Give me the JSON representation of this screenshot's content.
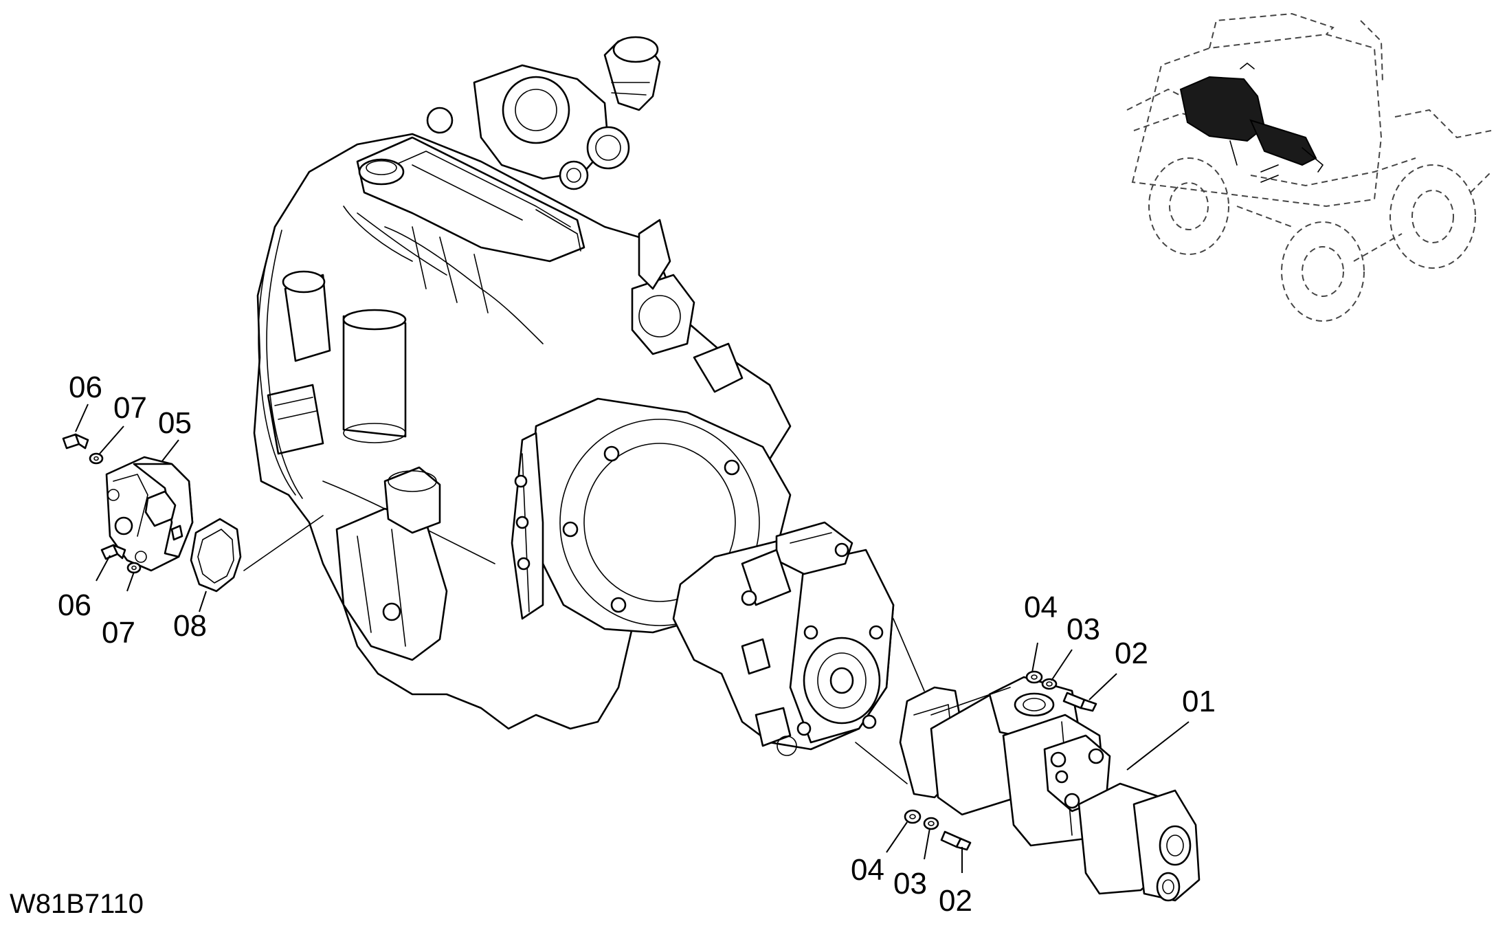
{
  "drawing_code": "W81B7110",
  "callouts": [
    {
      "id": "label-01",
      "text": "01"
    },
    {
      "id": "label-02-upper",
      "text": "02"
    },
    {
      "id": "label-03-upper",
      "text": "03"
    },
    {
      "id": "label-04-upper",
      "text": "04"
    },
    {
      "id": "label-02-lower",
      "text": "02"
    },
    {
      "id": "label-03-lower",
      "text": "03"
    },
    {
      "id": "label-04-lower",
      "text": "04"
    },
    {
      "id": "label-05",
      "text": "05"
    },
    {
      "id": "label-06-upper",
      "text": "06"
    },
    {
      "id": "label-07-upper",
      "text": "07"
    },
    {
      "id": "label-06-lower",
      "text": "06"
    },
    {
      "id": "label-07-lower",
      "text": "07"
    },
    {
      "id": "label-08",
      "text": "08"
    }
  ]
}
